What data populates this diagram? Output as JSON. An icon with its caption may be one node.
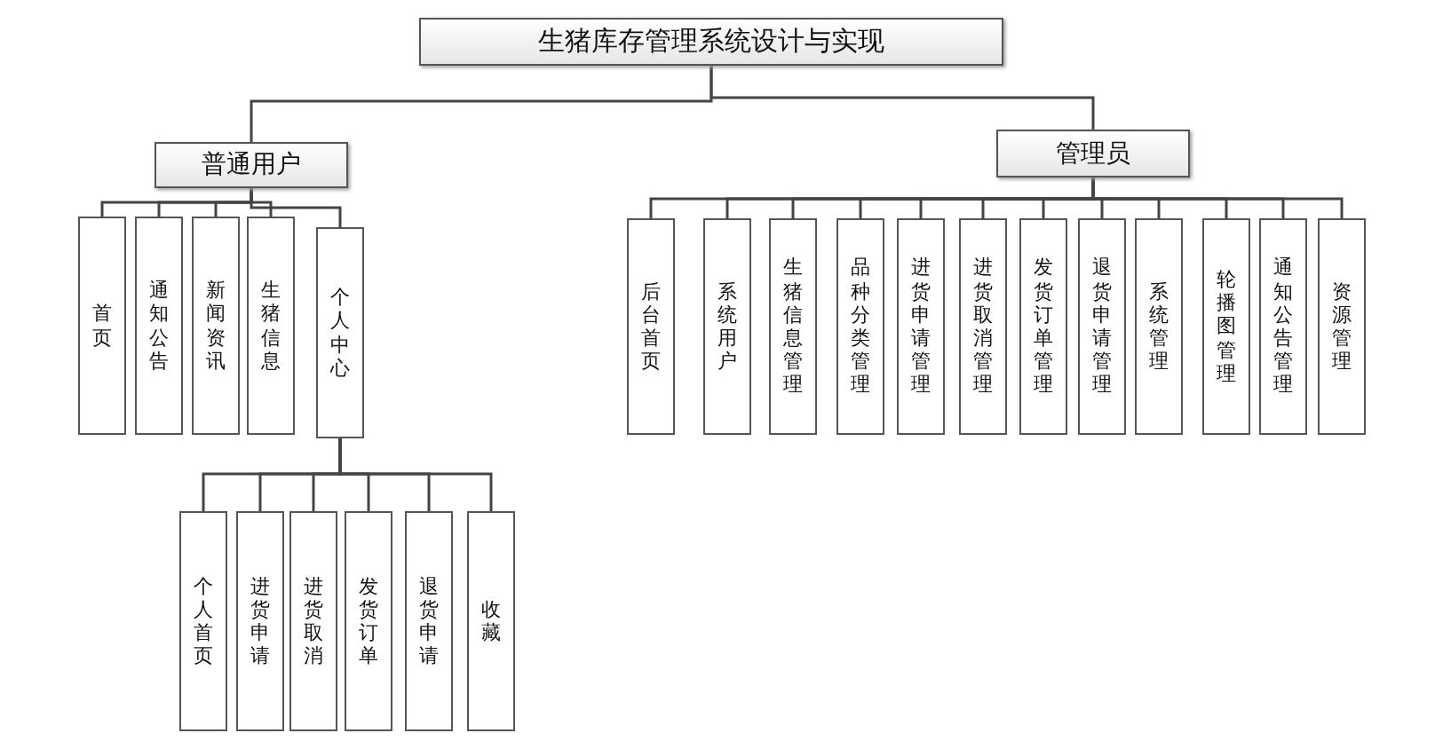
{
  "diagram": {
    "nodes": [
      {
        "text": [
          "生猪库存管理系统设计与实现"
        ]
      },
      {
        "text": [
          "普通用户"
        ]
      },
      {
        "text": [
          "管理员"
        ]
      },
      {
        "text": [
          "首页"
        ]
      },
      {
        "text": [
          "通知公告"
        ]
      },
      {
        "text": [
          "新闻资讯"
        ]
      },
      {
        "text": [
          "生猪信息"
        ]
      },
      {
        "text": [
          "个人中心"
        ]
      },
      {
        "text": [
          "后台首页"
        ]
      },
      {
        "text": [
          "系统用户"
        ]
      },
      {
        "text": [
          "生猪信息管理"
        ]
      },
      {
        "text": [
          "品种分类管理"
        ]
      },
      {
        "text": [
          "进货申请管理"
        ]
      },
      {
        "text": [
          "进货取消管理"
        ]
      },
      {
        "text": [
          "发货订单管理"
        ]
      },
      {
        "text": [
          "退货申请管理"
        ]
      },
      {
        "text": [
          "系统管理"
        ]
      },
      {
        "text": [
          "轮播图管理"
        ]
      },
      {
        "text": [
          "通知公告管理"
        ]
      },
      {
        "text": [
          "资源管理"
        ]
      },
      {
        "text": [
          "个人首页"
        ]
      },
      {
        "text": [
          "进货申请"
        ]
      },
      {
        "text": [
          "进货取消"
        ]
      },
      {
        "text": [
          "发货订单"
        ]
      },
      {
        "text": [
          "退货申请"
        ]
      },
      {
        "text": [
          "收藏"
        ]
      }
    ],
    "edges": [
      {
        "from": 0,
        "to": 1,
        "arrow": "none"
      },
      {
        "from": 0,
        "to": 2,
        "arrow": "none"
      },
      {
        "from": 1,
        "to": 3,
        "arrow": "none"
      },
      {
        "from": 1,
        "to": 4,
        "arrow": "none"
      },
      {
        "from": 1,
        "to": 5,
        "arrow": "none"
      },
      {
        "from": 1,
        "to": 6,
        "arrow": "none"
      },
      {
        "from": 1,
        "to": 7,
        "arrow": "none"
      },
      {
        "from": 2,
        "to": 8,
        "arrow": "none"
      },
      {
        "from": 2,
        "to": 9,
        "arrow": "none"
      },
      {
        "from": 2,
        "to": 10,
        "arrow": "none"
      },
      {
        "from": 2,
        "to": 11,
        "arrow": "none"
      },
      {
        "from": 2,
        "to": 12,
        "arrow": "none"
      },
      {
        "from": 2,
        "to": 13,
        "arrow": "none"
      },
      {
        "from": 2,
        "to": 14,
        "arrow": "none"
      },
      {
        "from": 2,
        "to": 15,
        "arrow": "none"
      },
      {
        "from": 2,
        "to": 16,
        "arrow": "none"
      },
      {
        "from": 2,
        "to": 17,
        "arrow": "none"
      },
      {
        "from": 2,
        "to": 18,
        "arrow": "none"
      },
      {
        "from": 2,
        "to": 19,
        "arrow": "none"
      },
      {
        "from": 7,
        "to": 20,
        "arrow": "none"
      },
      {
        "from": 7,
        "to": 21,
        "arrow": "none"
      },
      {
        "from": 7,
        "to": 22,
        "arrow": "none"
      },
      {
        "from": 7,
        "to": 23,
        "arrow": "none"
      },
      {
        "from": 7,
        "to": 24,
        "arrow": "none"
      },
      {
        "from": 7,
        "to": 25,
        "arrow": "none"
      }
    ]
  }
}
